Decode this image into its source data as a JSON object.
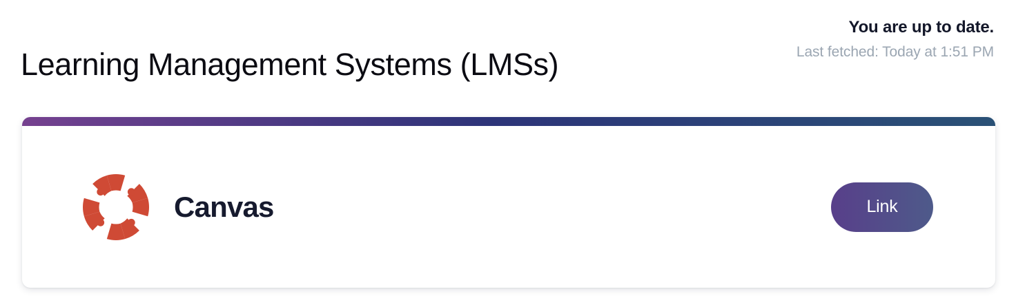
{
  "header": {
    "title": "Learning Management Systems (LMSs)",
    "status_headline": "You are up to date.",
    "status_detail": "Last fetched: Today at 1:51 PM"
  },
  "card": {
    "accent_gradient_start": "#76418f",
    "accent_gradient_mid": "#2d3479",
    "accent_gradient_end": "#2a5176",
    "provider": {
      "name": "Canvas",
      "logo_icon": "canvas-logo-icon",
      "logo_color": "#cf4a35",
      "action_label": "Link",
      "action_gradient_start": "#583f8a",
      "action_gradient_end": "#4e5a8a"
    }
  },
  "colors": {
    "background": "#ffffff",
    "title_text": "#0b0b12",
    "status_headline_text": "#131729",
    "status_detail_text": "#9ba6b2",
    "provider_name_text": "#161a2e"
  }
}
